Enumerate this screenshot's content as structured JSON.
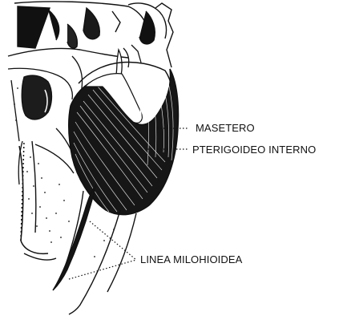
{
  "labels": {
    "masseter": "MASETERO",
    "medial_pterygoid": "PTERIGOIDEO INTERNO",
    "mylohyoid_line": "LINEA MILOHIOIDEA"
  },
  "colors": {
    "ink": "#111111",
    "background": "#ffffff"
  }
}
